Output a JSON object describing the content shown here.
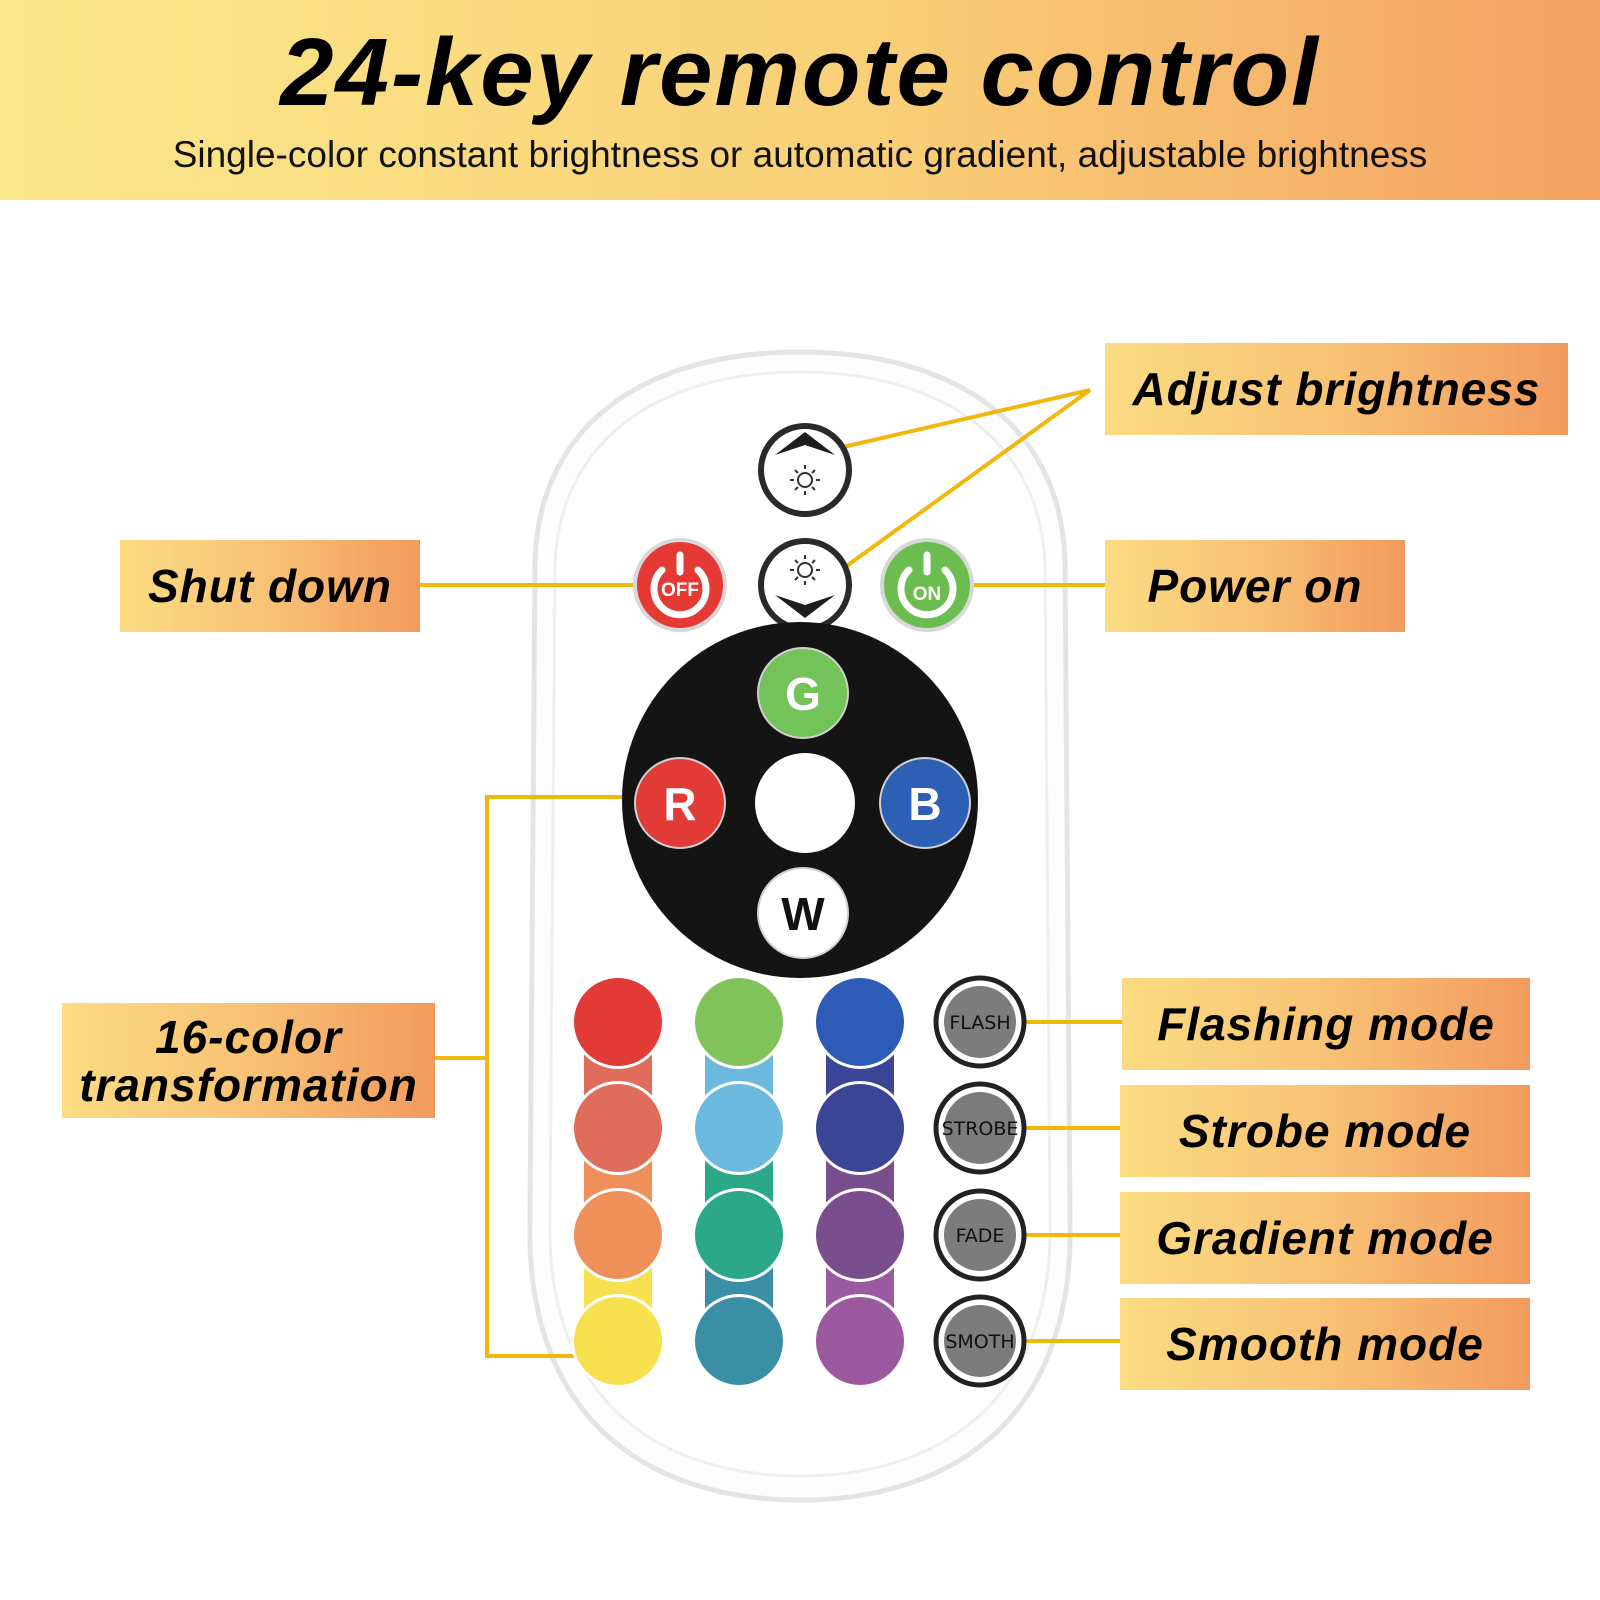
{
  "header": {
    "title": "24-key remote control",
    "subtitle": "Single-color constant brightness or automatic gradient, adjustable brightness"
  },
  "callouts": {
    "adjust_brightness": "Adjust brightness",
    "shut_down": "Shut down",
    "power_on": "Power on",
    "color_transformation": "16-color transformation",
    "flashing_mode": "Flashing mode",
    "strobe_mode": "Strobe mode",
    "gradient_mode": "Gradient mode",
    "smooth_mode": "Smooth mode"
  },
  "remote": {
    "off_label": "OFF",
    "on_label": "ON",
    "rgbw": {
      "g": "G",
      "r": "R",
      "b": "B",
      "w": "W"
    },
    "modes": {
      "flash": "FLASH",
      "strobe": "STROBE",
      "fade": "FADE",
      "smooth": "SMOTH"
    },
    "color_grid": [
      [
        "#e23a36",
        "#7fc35a",
        "#2d5bb5"
      ],
      [
        "#e06c5c",
        "#6cb9e0",
        "#3a4596"
      ],
      [
        "#ef8f5a",
        "#2aa887",
        "#7a4d8c"
      ],
      [
        "#f7e14f",
        "#3a8fa6",
        "#9b5a9f"
      ]
    ],
    "colors": {
      "off": "#e53934",
      "on": "#6cbd4f",
      "g": "#74c25a",
      "r": "#e23a36",
      "b": "#2d5fb4",
      "w": "#ffffff",
      "connector": [
        "#d5373a",
        "#5aaf52",
        "#2c4fa5"
      ]
    }
  },
  "colors": {
    "leader_line": "#f2b70d",
    "banner_left": "#fbe88a",
    "banner_right": "#f4a262"
  }
}
